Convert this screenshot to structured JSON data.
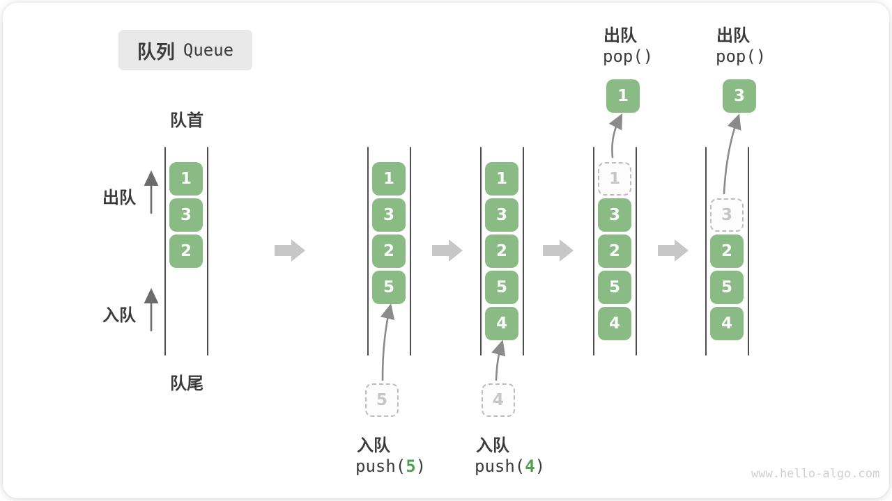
{
  "title": {
    "zh": "队列",
    "en": "Queue"
  },
  "labels": {
    "front": "队首",
    "rear": "队尾",
    "dequeue_side": "出队",
    "enqueue_side": "入队"
  },
  "colors": {
    "cell_green": "#8abb84",
    "code_arg_green": "#4fa14f",
    "wall_gray": "#4d4d4d",
    "block_arrow_gray": "#c7c7c7",
    "curve_arrow_gray": "#8a8a8a",
    "title_bg": "#e9e9e9",
    "ghost_border": "#bdbdbd",
    "ghost_text": "#c6c6c6"
  },
  "states": {
    "s1": {
      "cells": [
        "1",
        "3",
        "2"
      ]
    },
    "s2": {
      "cells": [
        "1",
        "3",
        "2",
        "5"
      ],
      "incoming": "5"
    },
    "s3": {
      "cells": [
        "1",
        "3",
        "2",
        "5",
        "4"
      ],
      "incoming": "4"
    },
    "s4": {
      "ghost": "1",
      "cells": [
        "3",
        "2",
        "5",
        "4"
      ],
      "popped": "1"
    },
    "s5": {
      "ghost": "3",
      "cells": [
        "2",
        "5",
        "4"
      ],
      "popped": "3"
    }
  },
  "operations": {
    "push5": {
      "zh": "入队",
      "fn": "push(",
      "arg": "5",
      "close": ")"
    },
    "push4": {
      "zh": "入队",
      "fn": "push(",
      "arg": "4",
      "close": ")"
    },
    "pop1": {
      "zh": "出队",
      "code": "pop()"
    },
    "pop2": {
      "zh": "出队",
      "code": "pop()"
    }
  },
  "watermark": "www.hello-algo.com"
}
